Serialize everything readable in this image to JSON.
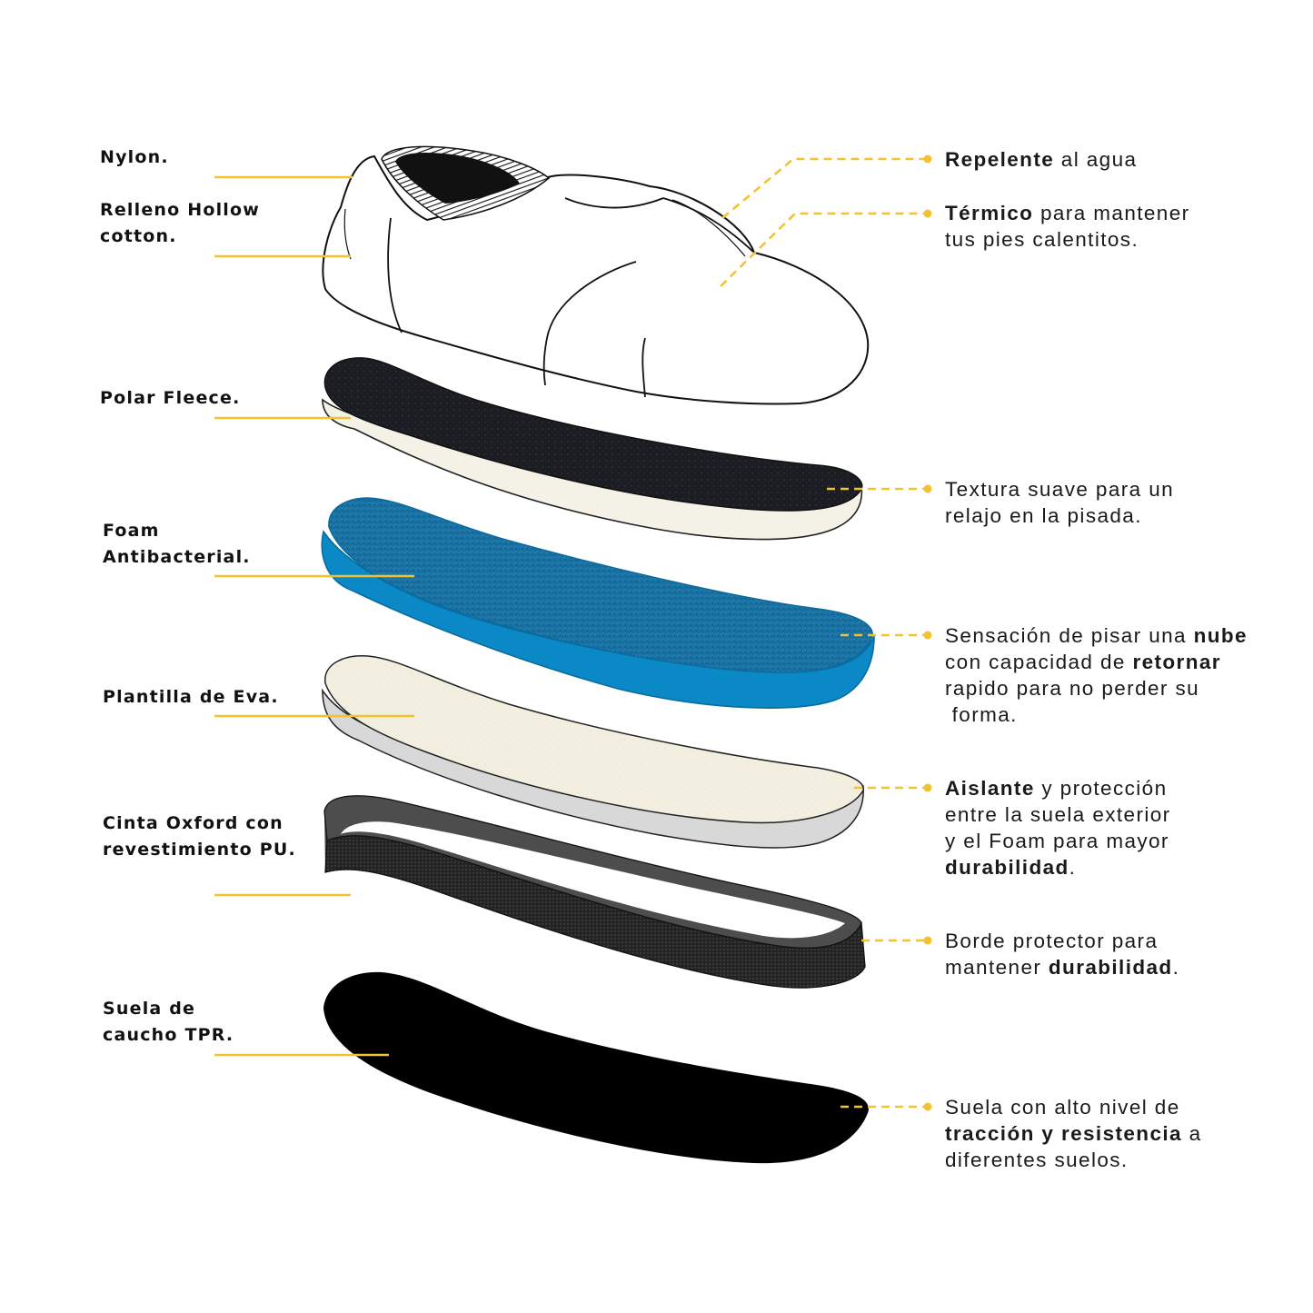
{
  "colors": {
    "leader": "#f2c230",
    "fleece": "#1c1d22",
    "foam": "#0b89c6",
    "eva": "#f3efe0",
    "oxford": "#4a4a4a",
    "sole": "#000000"
  },
  "labels": {
    "nylon": [
      "Nylon."
    ],
    "relleno": [
      "Relleno Hollow",
      "cotton."
    ],
    "polar": [
      "Polar Fleece."
    ],
    "foam": [
      "Foam",
      "Antibacterial."
    ],
    "eva": [
      "Plantilla de Eva."
    ],
    "oxford": [
      "Cinta Oxford con",
      "revestimiento PU."
    ],
    "suela": [
      "Suela de",
      "caucho TPR."
    ]
  },
  "notes": {
    "repelente": {
      "strong": "Repelente",
      "rest": " al agua"
    },
    "termico": {
      "l1_strong": "Térmico",
      "l1_rest": " para mantener",
      "l2": "tus pies calentitos."
    },
    "textura": {
      "l1": "Textura suave para un",
      "l2": "relajo en la pisada."
    },
    "sensacion": {
      "l1_a": "Sensación de pisar una ",
      "l1_b": "nube",
      "l2_a": "con capacidad de ",
      "l2_b": "retornar",
      "l3": "rapido para no perder su",
      "l4": " forma."
    },
    "aislante": {
      "l1_a": "Aislante",
      "l1_b": " y protección",
      "l2": "entre la suela exterior",
      "l3": "y el Foam para mayor",
      "l4_a": "durabilidad",
      "l4_b": "."
    },
    "borde": {
      "l1": "Borde protector para",
      "l2_a": "mantener ",
      "l2_b": "durabilidad",
      "l2_c": "."
    },
    "suela": {
      "l1": "Suela con alto nivel de",
      "l2_a": "tracción y resistencia",
      "l2_b": " a",
      "l3": "diferentes suelos."
    }
  }
}
